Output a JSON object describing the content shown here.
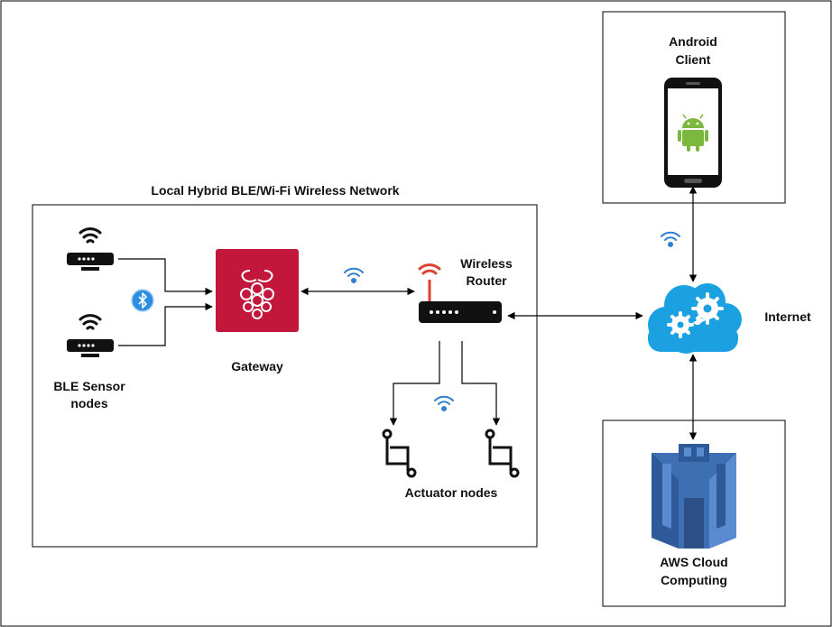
{
  "diagram": {
    "outer_frame": "",
    "local_network": {
      "title": "Local Hybrid BLE/Wi-Fi Wireless Network"
    },
    "ble_sensors": {
      "label_line1": "BLE Sensor",
      "label_line2": "nodes",
      "link_icon": "bluetooth-icon"
    },
    "gateway": {
      "label": "Gateway",
      "icon": "raspberry-pi-icon"
    },
    "router": {
      "label_line1": "Wireless",
      "label_line2": "Router",
      "icon": "wifi-router-icon"
    },
    "actuators": {
      "label": "Actuator nodes",
      "icon": "actuator-icon"
    },
    "android_client": {
      "label_line1": "Android",
      "label_line2": "Client",
      "icon": "android-phone-icon"
    },
    "internet": {
      "label": "Internet",
      "icon": "cloud-gears-icon"
    },
    "aws": {
      "label_line1": "AWS Cloud",
      "label_line2": "Computing",
      "icon": "aws-castle-icon"
    },
    "link_icon": "wifi-icon"
  },
  "colors": {
    "frame": "#000000",
    "wifi_blue": "#2f80d1",
    "wifi_red": "#e0402f",
    "raspberry_bg": "#c2163b",
    "android_green": "#7cb83f",
    "cloud_blue": "#1ba1e2",
    "aws_blue": "#3f6fb3"
  }
}
